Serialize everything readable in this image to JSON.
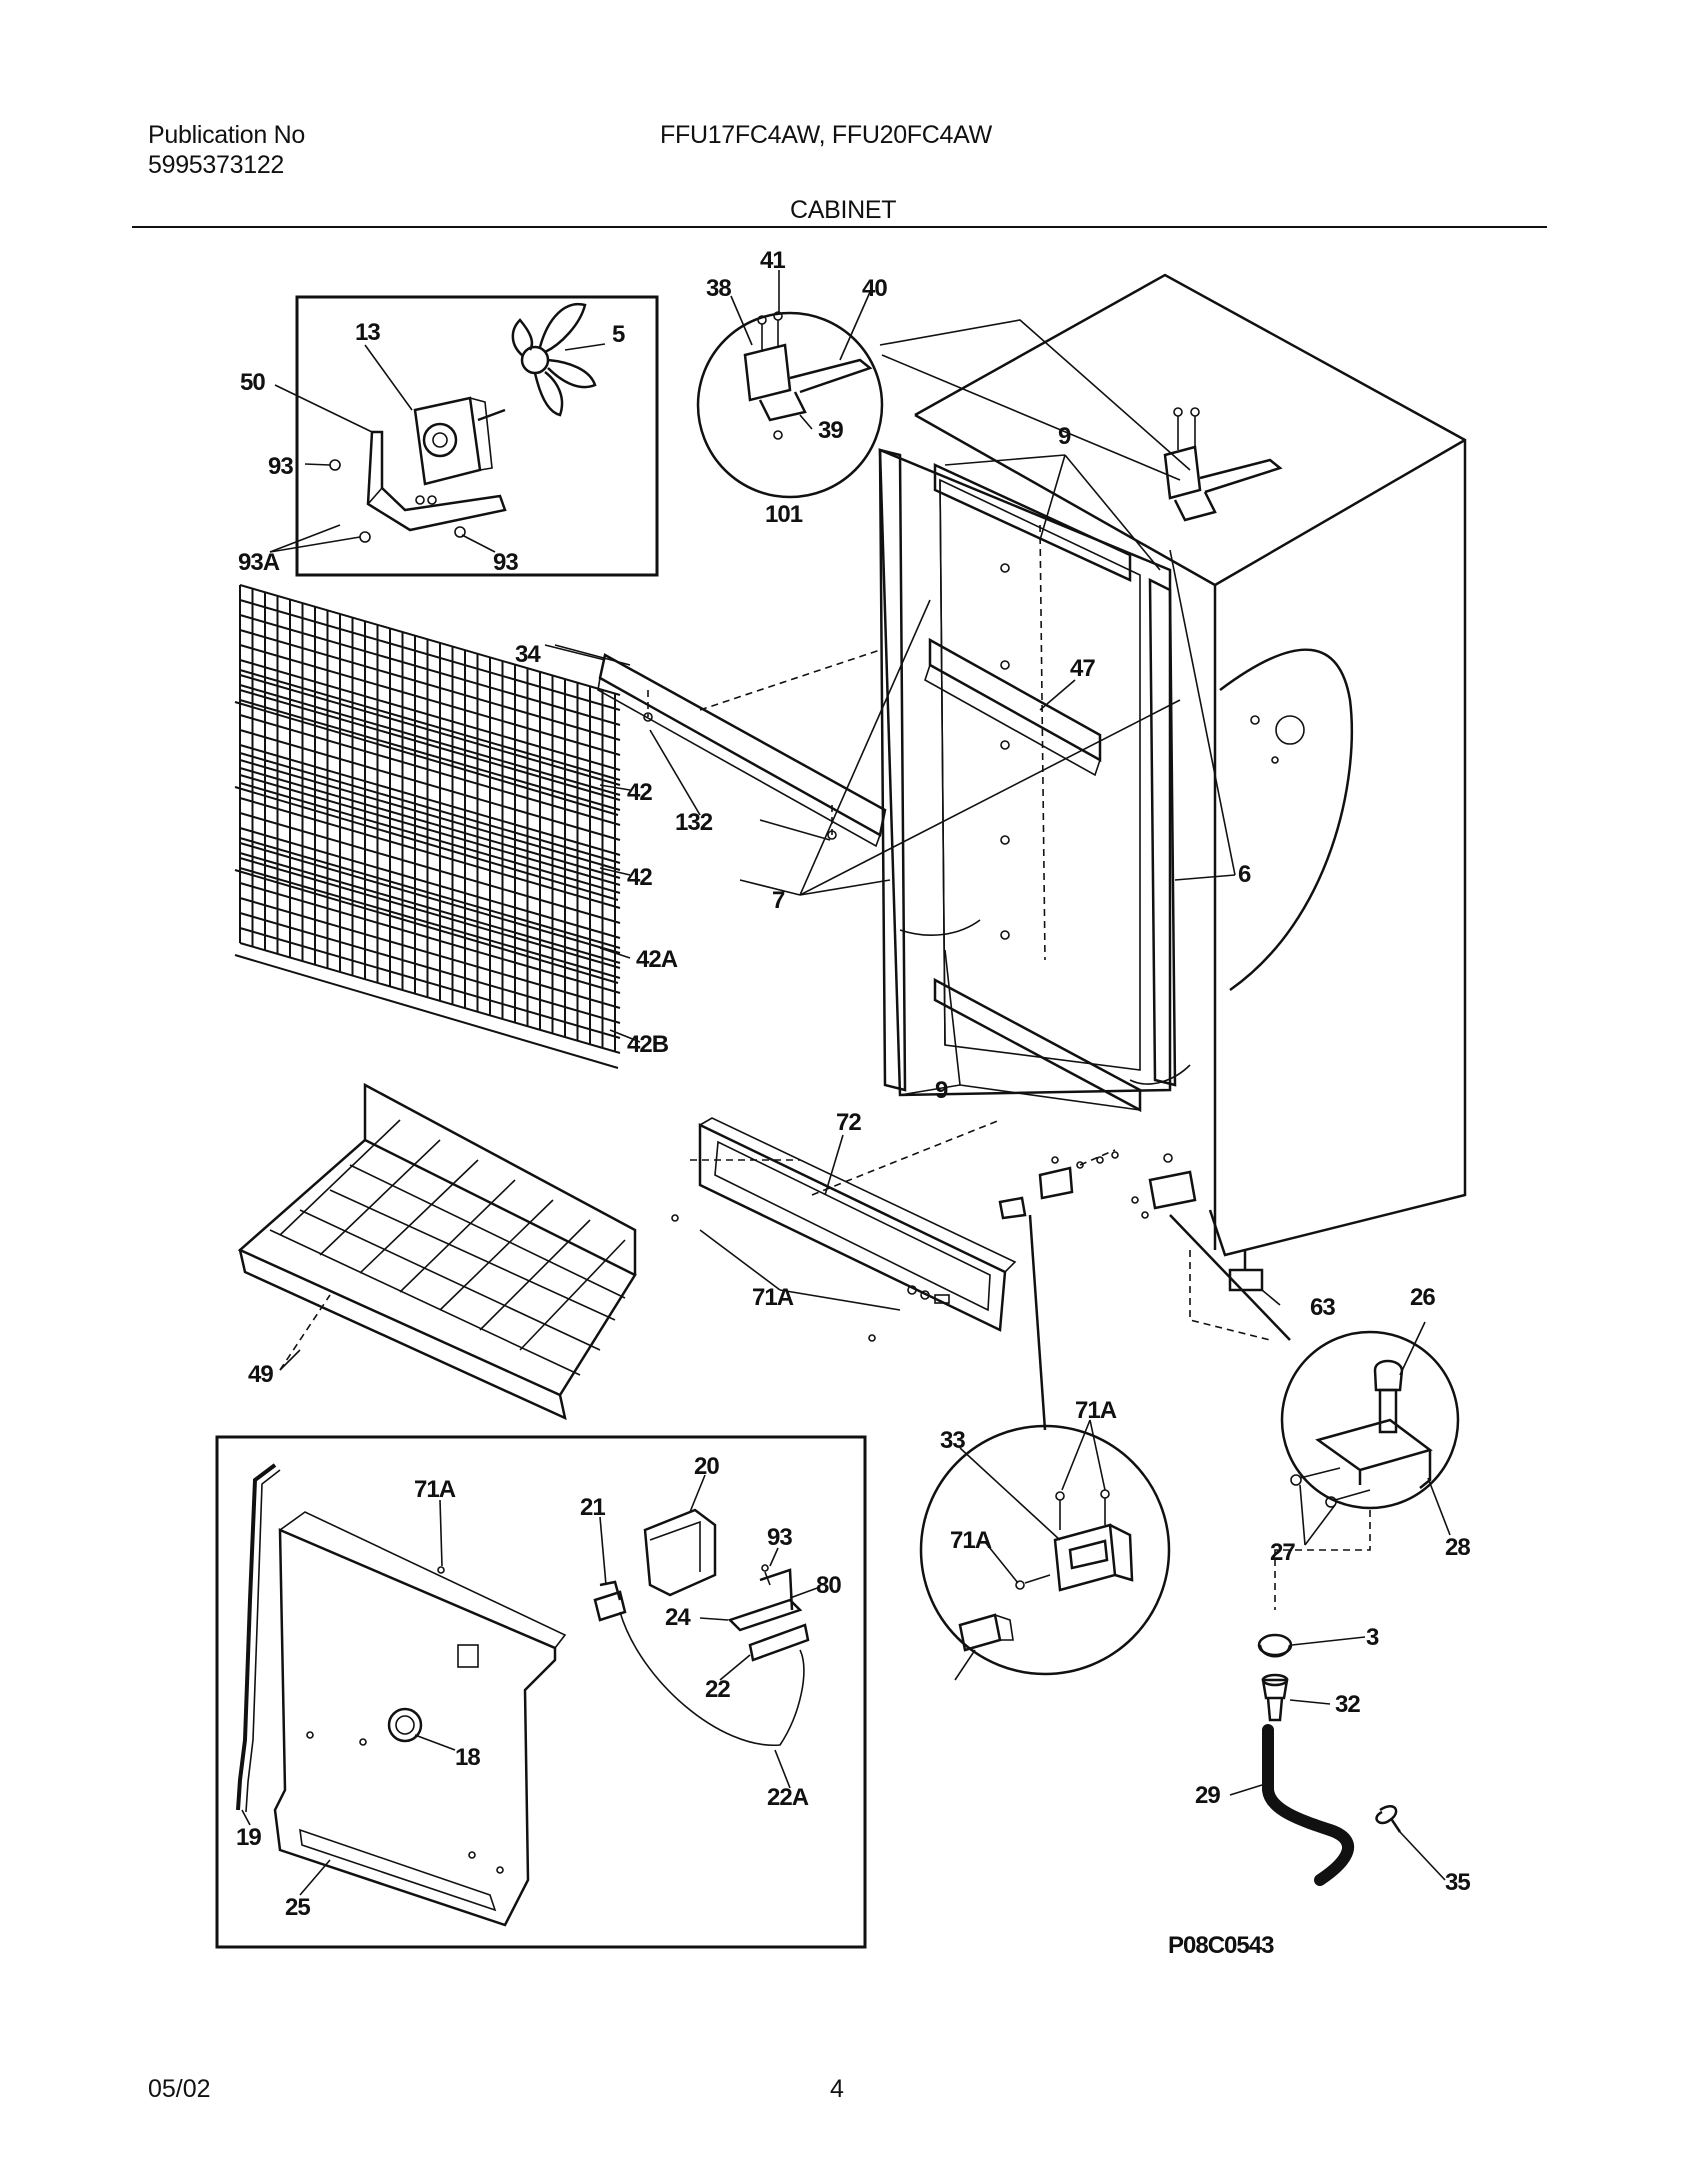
{
  "header": {
    "publication_label": "Publication No",
    "publication_number": "5995373122",
    "models": "FFU17FC4AW, FFU20FC4AW",
    "section": "CABINET"
  },
  "footer": {
    "date": "05/02",
    "page": "4"
  },
  "figure_code": "P08C0543",
  "callouts": [
    "13",
    "5",
    "50",
    "93",
    "93A",
    "93",
    "38",
    "41",
    "40",
    "39",
    "101",
    "9",
    "34",
    "47",
    "42",
    "42",
    "132",
    "7",
    "6",
    "42A",
    "42B",
    "72",
    "9",
    "71A",
    "63",
    "26",
    "49",
    "71A",
    "33",
    "71A",
    "28",
    "27",
    "3",
    "32",
    "29",
    "35",
    "20",
    "71A",
    "21",
    "93",
    "80",
    "24",
    "22",
    "22A",
    "18",
    "19",
    "25"
  ]
}
